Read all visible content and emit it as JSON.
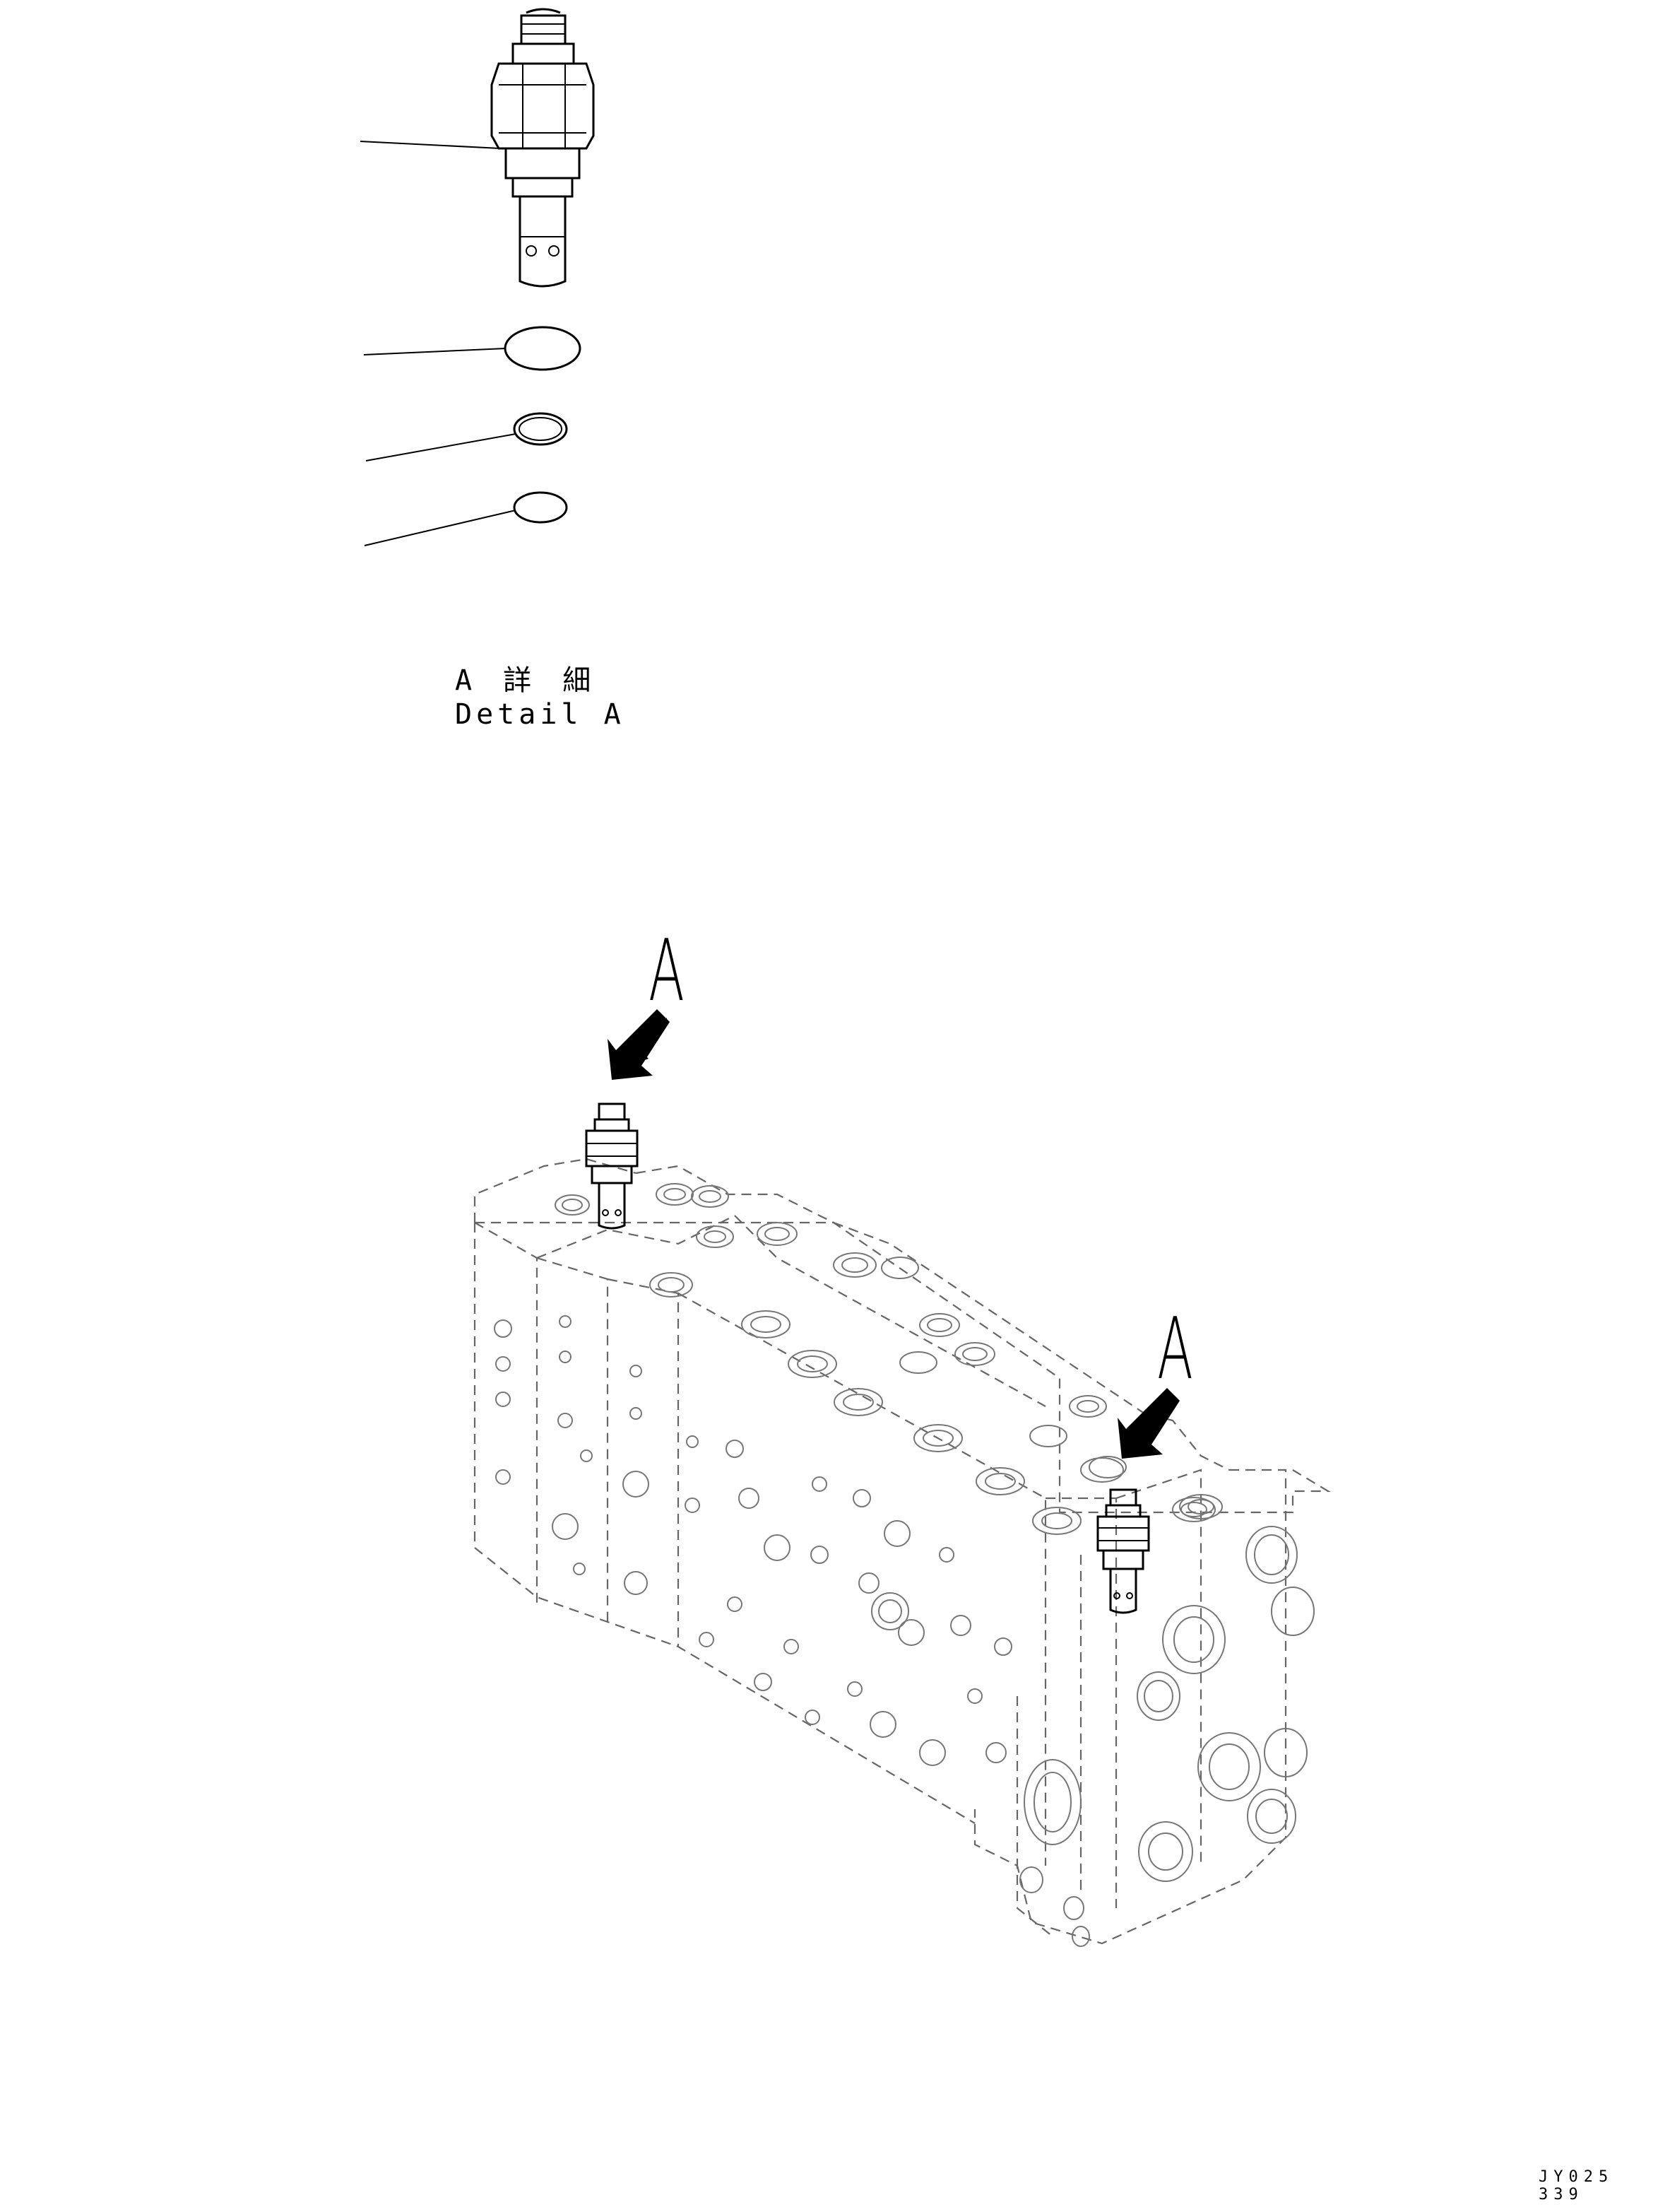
{
  "detail_view": {
    "title_jp": "A 詳 細",
    "title_en": "Detail A"
  },
  "callouts": [
    "A",
    "A"
  ],
  "drawing_id": "JY025 339",
  "colors": {
    "ink": "#000000",
    "hidden_lines": "#666666",
    "background": "#ffffff"
  },
  "parts": [
    {
      "name": "relief-valve-cartridge-icon"
    },
    {
      "name": "o-ring-large-icon"
    },
    {
      "name": "backup-ring-icon"
    },
    {
      "name": "o-ring-small-icon"
    }
  ]
}
